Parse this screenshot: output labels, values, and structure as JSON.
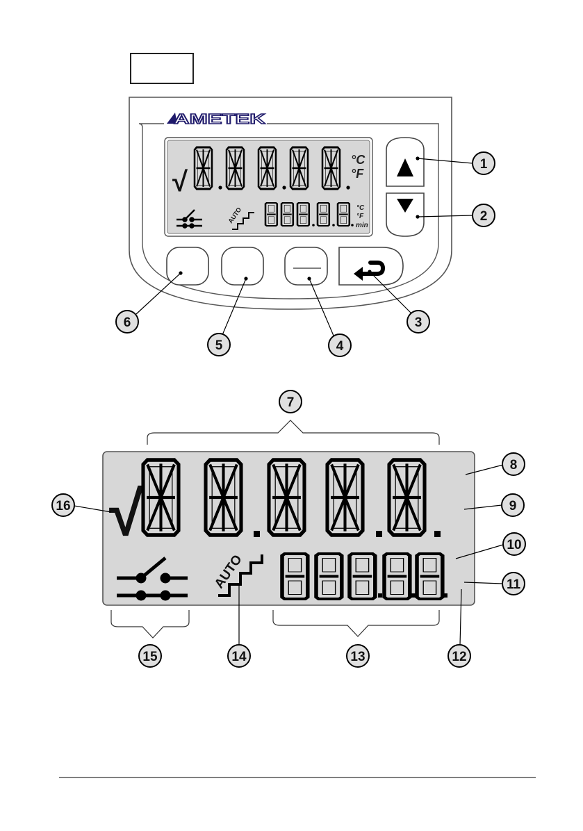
{
  "brand": {
    "logo_text": "AMETEK"
  },
  "colors": {
    "lcd": "#d7d7d7",
    "lcd_border": "#555555",
    "panel_border": "#555555",
    "callout_fill": "#e0e0e0",
    "accent": "#1f1a6b"
  },
  "top_display": {
    "main_units": [
      "°C",
      "°F"
    ],
    "sub_units": [
      "°C",
      "°F",
      "min"
    ],
    "auto_label": "AUTO",
    "check_symbol": "√"
  },
  "large_display": {
    "auto_label": "AUTO",
    "check_symbol": "√"
  },
  "buttons": {
    "up_icon": "triangle-up-icon",
    "down_icon": "triangle-down-icon",
    "enter_icon": "return-arrow-icon"
  },
  "callouts": {
    "c1": "1",
    "c2": "2",
    "c3": "3",
    "c4": "4",
    "c5": "5",
    "c6": "6",
    "c7": "7",
    "c8": "8",
    "c9": "9",
    "c10": "10",
    "c11": "11",
    "c12": "12",
    "c13": "13",
    "c14": "14",
    "c15": "15",
    "c16": "16"
  }
}
